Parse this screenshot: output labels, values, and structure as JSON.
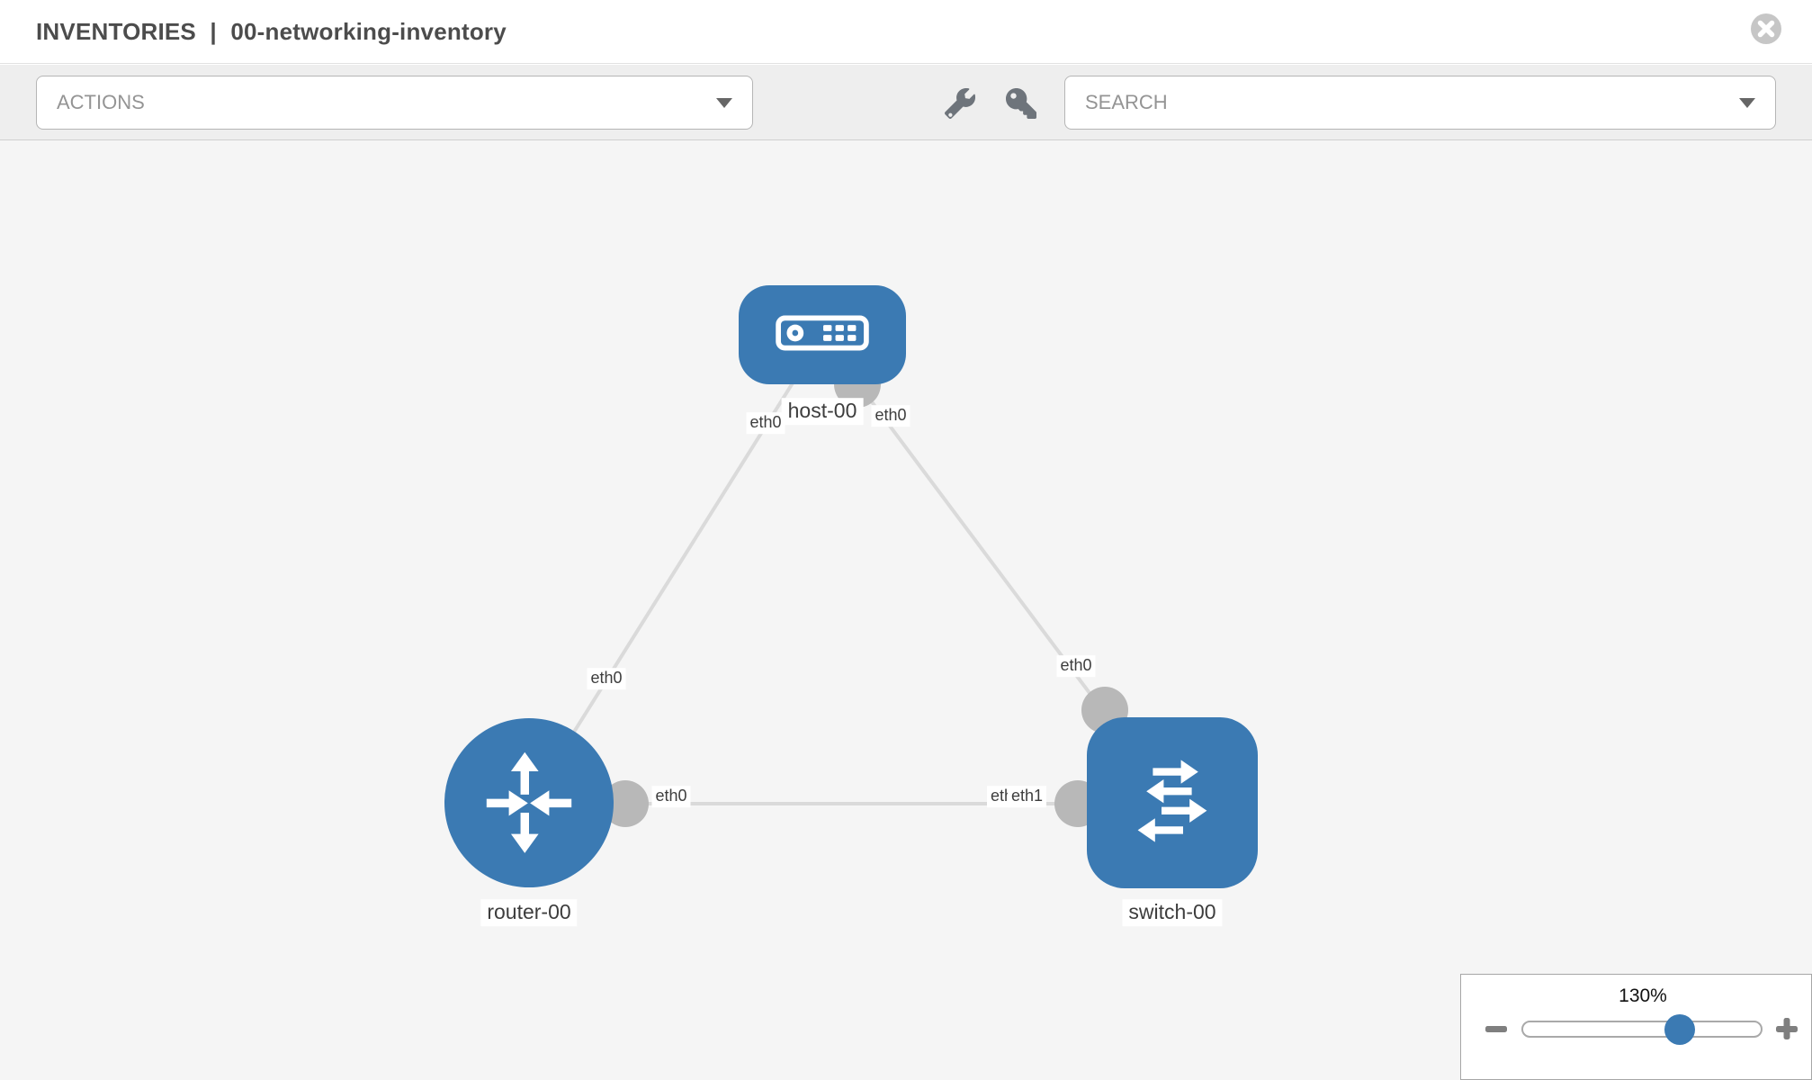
{
  "header": {
    "section": "INVENTORIES",
    "separator": "|",
    "inventory_name": "00-networking-inventory",
    "close_icon": "x-circle-icon"
  },
  "toolbar": {
    "actions": {
      "label": "ACTIONS",
      "caret_icon": "chevron-down-icon"
    },
    "tools": [
      {
        "icon": "wrench-icon"
      },
      {
        "icon": "key-icon"
      }
    ],
    "search": {
      "label": "SEARCH",
      "caret_icon": "chevron-down-icon"
    }
  },
  "topology": {
    "nodes": [
      {
        "id": "host-00",
        "type": "host",
        "label": "host-00",
        "icon": "server-icon"
      },
      {
        "id": "router-00",
        "type": "router",
        "label": "router-00",
        "icon": "router-arrows-icon"
      },
      {
        "id": "switch-00",
        "type": "switch",
        "label": "switch-00",
        "icon": "switch-arrows-icon"
      }
    ],
    "links": [
      {
        "source": "host-00",
        "target": "router-00",
        "source_interface": "eth0",
        "target_interface": "eth0"
      },
      {
        "source": "host-00",
        "target": "switch-00",
        "source_interface": "eth0",
        "target_interface": "eth0"
      },
      {
        "source": "router-00",
        "target": "switch-00",
        "source_interface": "eth0",
        "target_interface": "eth1",
        "target_interface_hidden": "eth0"
      }
    ]
  },
  "zoom_control": {
    "value": "130%",
    "minus": "minus-icon",
    "plus": "plus-icon"
  },
  "colors": {
    "node_fill": "#3b7ab3",
    "link_stroke": "#dadada",
    "port_fill": "#b8b8b8",
    "canvas_bg": "#f5f5f5",
    "toolbar_bg": "#eeeeee",
    "icon_gray": "#6e747b",
    "label_text": "#3d3d3d"
  }
}
